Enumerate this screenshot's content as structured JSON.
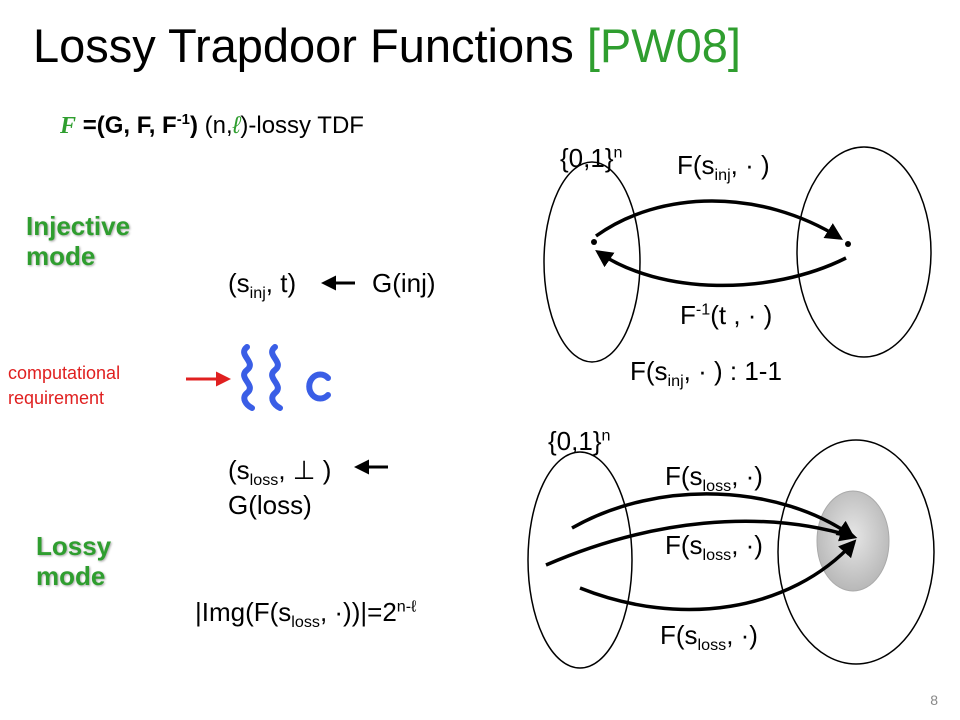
{
  "title": {
    "main": "Lossy Trapdoor Functions",
    "ref": "[PW08]"
  },
  "subtitle": {
    "family_symbol": "F",
    "tuple": "=(G, F, F",
    "tuple_sup": "-1",
    "tuple_close": ")",
    "params": "(n,",
    "ell": "ℓ",
    "suffix": ")-lossy TDF"
  },
  "injective": {
    "label": "Injective mode",
    "key_pair": {
      "open": "(s",
      "sub": "inj",
      "rest": ", t)"
    },
    "generator": "G(inj)"
  },
  "note": {
    "line1": "computational",
    "line2": "requirement"
  },
  "lossy": {
    "label": "Lossy mode",
    "key_pair": {
      "open": "(s",
      "sub": "loss",
      "rest": ",",
      "bottom": "⊥",
      "close": ")"
    },
    "generator": "G(loss)",
    "image_size": {
      "open": "|Img(F(s",
      "sub": "loss",
      "middle": ", ·))|=2",
      "sup": "n-ℓ"
    }
  },
  "diagram_top": {
    "domain": {
      "text": "{0,1}",
      "sup": "n"
    },
    "forward": {
      "open": "F(s",
      "sub": "inj",
      "close": ", · )"
    },
    "inverse": {
      "open": "F",
      "sup": "-1",
      "close": "(t , · )"
    },
    "property": {
      "open": "F(s",
      "sub": "inj",
      "close": ", · ) : 1-1"
    }
  },
  "diagram_bottom": {
    "domain": {
      "text": "{0,1}",
      "sup": "n"
    },
    "map_label": {
      "open": "F(s",
      "sub": "loss",
      "close": ", ·)"
    }
  },
  "page_number": "8",
  "colors": {
    "title_ref": "#2f9e2f",
    "mode_labels": "#2f9e2f",
    "note": "#e02020",
    "blob": "#c8c8c8"
  },
  "icons": [
    "approx-equal-c-symbol",
    "arrow-left",
    "red-arrow-right"
  ]
}
